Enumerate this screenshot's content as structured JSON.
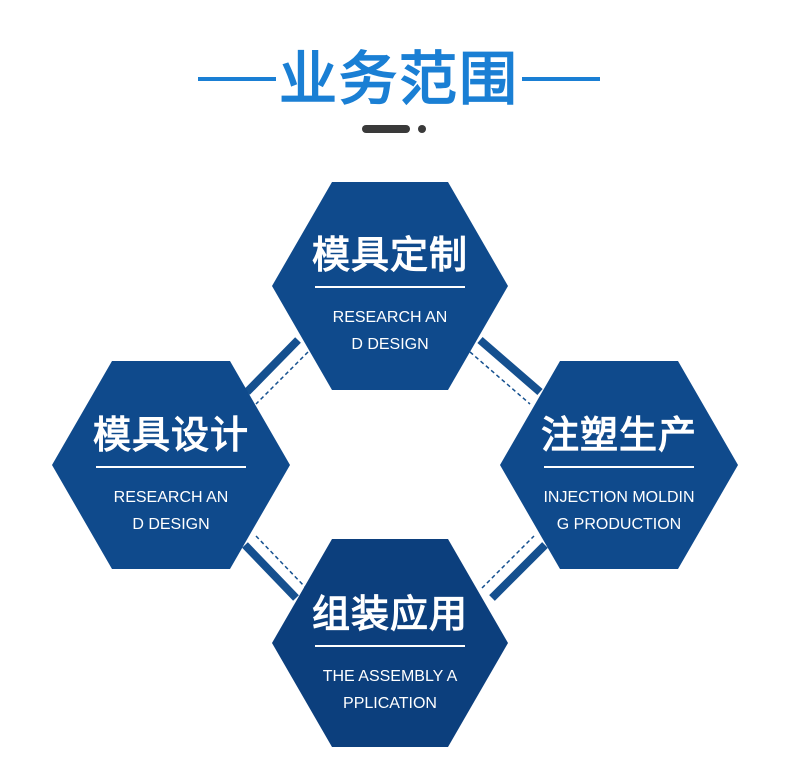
{
  "header": {
    "title": "业务范围"
  },
  "colors": {
    "accent": "#1a7fd4",
    "hex_fill": "#0f4a8c",
    "hex_fill_dark": "#0c3f7d",
    "connector": "#15508f",
    "dash": "#3a3a3a"
  },
  "hexagons": {
    "top": {
      "title": "模具定制",
      "subtitle": "RESEARCH AN\nD DESIGN"
    },
    "left": {
      "title": "模具设计",
      "subtitle": "RESEARCH AN\nD DESIGN"
    },
    "right": {
      "title": "注塑生产",
      "subtitle": "INJECTION MOLDIN\nG PRODUCTION"
    },
    "bottom": {
      "title": "组装应用",
      "subtitle": "THE ASSEMBLY A\nPPLICATION"
    }
  }
}
